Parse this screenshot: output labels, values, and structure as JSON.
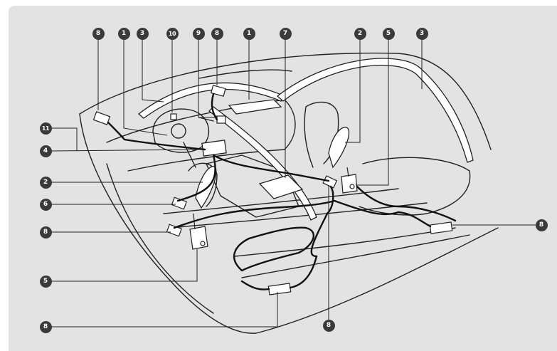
{
  "figure": {
    "description_alt": "Airbag and SRS component locations in vehicle interior",
    "callouts": {
      "c1": "8",
      "c2": "1",
      "c3": "3",
      "c4": "10",
      "c5": "9",
      "c6": "8",
      "c7": "1",
      "c8": "7",
      "c9": "2",
      "c10": "5",
      "c11": "3",
      "c12": "11",
      "c13": "4",
      "c14": "2",
      "c15": "6",
      "c16": "8",
      "c17": "5",
      "c18": "8",
      "c19": "8",
      "c20": "8"
    }
  },
  "colors": {
    "panel_background": "#e3e3e3",
    "line": "#1a1a1a",
    "badge": "#3a3a3a",
    "badge_text": "#ffffff"
  }
}
